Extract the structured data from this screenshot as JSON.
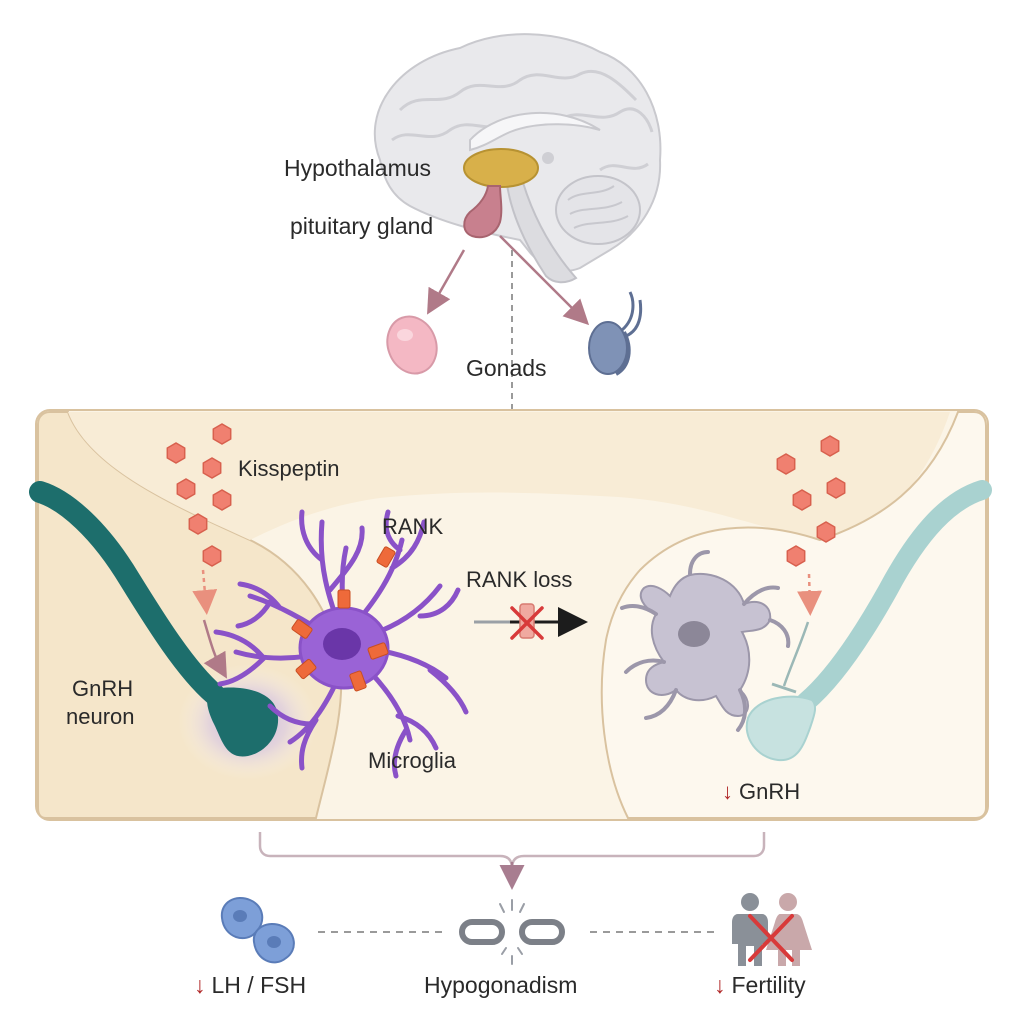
{
  "top_labels": {
    "hypothalamus": "Hypothalamus",
    "pituitary": "pituitary gland",
    "gonads": "Gonads"
  },
  "panel_labels": {
    "kisspeptin": "Kisspeptin",
    "rank": "RANK",
    "rank_loss": "RANK loss",
    "gnrh_neuron_line1": "GnRH",
    "gnrh_neuron_line2": "neuron",
    "microglia": "Microglia",
    "gnrh_reduced": "GnRH"
  },
  "outcomes": {
    "down_arrow": "↓",
    "lh_fsh": "LH / FSH",
    "hypogonadism": "Hypogonadism",
    "fertility": "Fertility"
  },
  "colors": {
    "panel_bg": "#f7ecd8",
    "panel_light": "#fbf4e6",
    "panel_border": "#d9c29f",
    "neuron_teal": "#1d6e6c",
    "neuron_faded": "#a9d2d0",
    "microglia": "#8a52c8",
    "microglia_core": "#6a36a8",
    "rank_receptor": "#ee6a3a",
    "kisspeptin": "#f08070",
    "hypothalamus": "#d8b04a",
    "pituitary": "#c8808e",
    "ovary": "#f4b8c4",
    "testis": "#7f92b6",
    "cross_red": "#d83a3a",
    "down_red": "#b12a2a"
  }
}
